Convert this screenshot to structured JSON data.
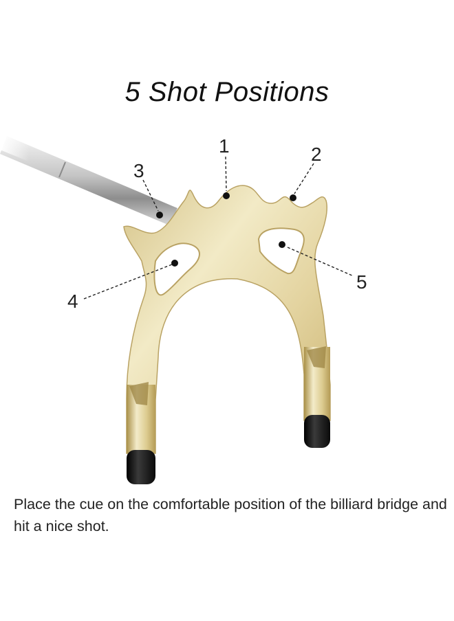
{
  "title": "5 Shot Positions",
  "positions": [
    "1",
    "2",
    "3",
    "4",
    "5"
  ],
  "caption": "Place the cue on the comfortable position of the billiard bridge and hit a nice shot.",
  "colors": {
    "brass": "#e2d3a0",
    "brass_light": "#f4ecc8",
    "tip": "#161616",
    "shaft": "#b9b9b9",
    "label": "#222222"
  }
}
